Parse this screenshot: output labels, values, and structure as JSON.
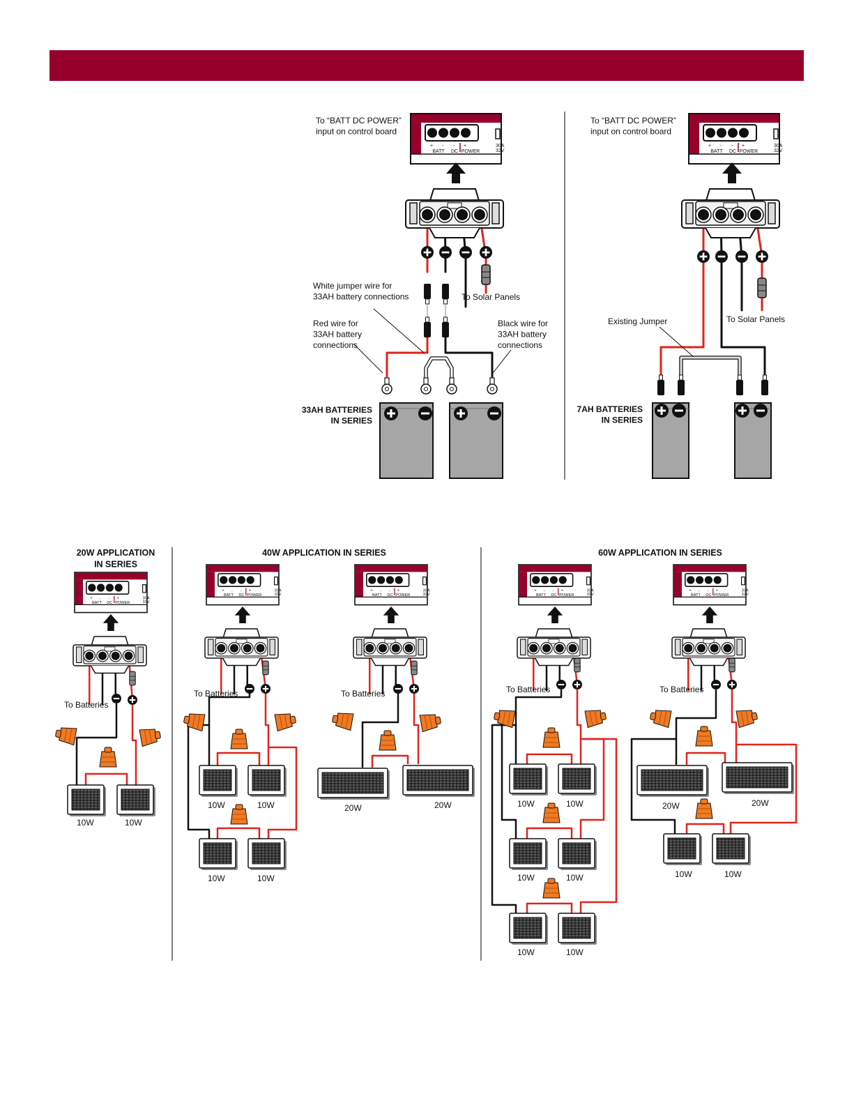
{
  "colors": {
    "header": "#96002b",
    "red_wire": "#e2231a",
    "black_wire": "#111111",
    "wire_nut": "#f07a22",
    "battery": "#a6a6a6"
  },
  "board": {
    "batt": "BATT",
    "dc": "DC",
    "power": "POWER",
    "plus": "+",
    "minus": "-",
    "rating": "30A\n32V"
  },
  "top_left": {
    "board_label": "To “BATT DC POWER”\ninput on control board",
    "white_jumper": "White jumper wire for\n33AH battery connections",
    "solar": "To Solar Panels",
    "red_wire": "Red wire for\n33AH battery\nconnections",
    "black_wire": "Black wire for\n33AH battery\nconnections",
    "batteries": "33AH BATTERIES\nIN SERIES"
  },
  "top_right": {
    "board_label": "To “BATT DC POWER”\ninput on control board",
    "existing_jumper": "Existing Jumper",
    "solar": "To Solar Panels",
    "batteries": "7AH BATTERIES\nIN SERIES"
  },
  "bottom": {
    "app20_title": "20W APPLICATION\nIN SERIES",
    "app40_title": "40W APPLICATION IN SERIES",
    "app60_title": "60W APPLICATION IN SERIES",
    "to_batteries": "To Batteries",
    "watt_10": "10W",
    "watt_20": "20W"
  }
}
